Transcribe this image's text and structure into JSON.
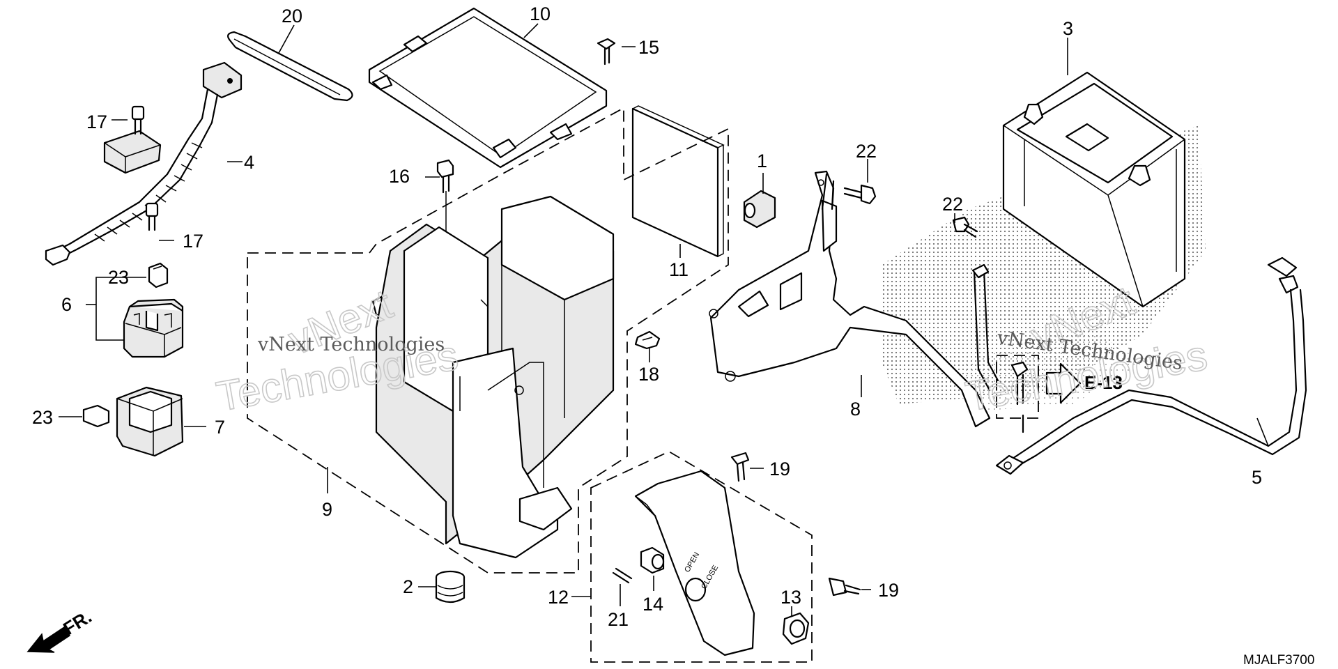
{
  "diagram": {
    "code": "MJALF3700",
    "front_label": "FR.",
    "ref_label": "E-13",
    "cover_open": "OPEN",
    "cover_close": "CLOSE",
    "watermark_small": "vNext Technologies",
    "watermark_big_1": "Technologies",
    "watermark_big_2": "vNext"
  },
  "callouts": {
    "c1": "1",
    "c2": "2",
    "c3": "3",
    "c4": "4",
    "c5": "5",
    "c6": "6",
    "c7": "7",
    "c8": "8",
    "c9": "9",
    "c10": "10",
    "c11": "11",
    "c12": "12",
    "c13": "13",
    "c14": "14",
    "c15": "15",
    "c16": "16",
    "c17a": "17",
    "c17b": "17",
    "c18": "18",
    "c19a": "19",
    "c19b": "19",
    "c20": "20",
    "c21": "21",
    "c22a": "22",
    "c22b": "22",
    "c23a": "23",
    "c23b": "23"
  }
}
